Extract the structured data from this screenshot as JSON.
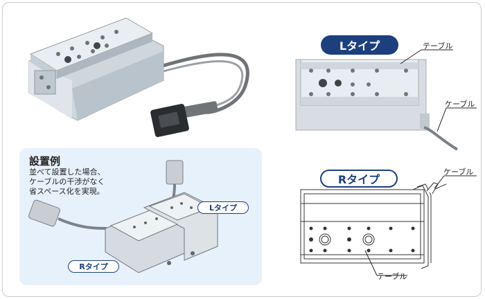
{
  "install_example": {
    "title": "設置例",
    "description_lines": [
      "並べて設置した場合、",
      "ケーブルの干渉がなく",
      "省スペース化を実現。"
    ],
    "l_type_label": "Lタイプ",
    "r_type_label": "Rタイプ"
  },
  "l_type": {
    "badge": "Lタイプ",
    "table_label": "テーブル",
    "cable_label": "ケーブル"
  },
  "r_type": {
    "badge": "Rタイプ",
    "cable_label": "ケーブル",
    "table_label": "テーブル"
  },
  "colors": {
    "brand_navy": "#1c3f7e",
    "panel_bg": "#e7f1fb"
  }
}
